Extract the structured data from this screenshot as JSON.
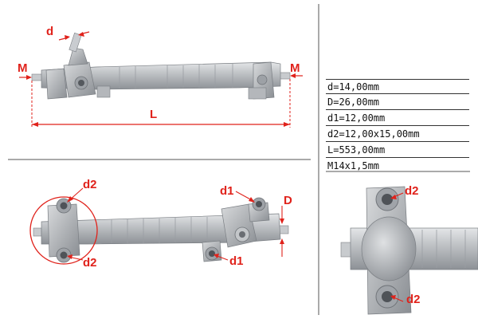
{
  "top_view": {
    "label_d": "d",
    "label_m_left": "M",
    "label_m_right": "M",
    "label_l": "L"
  },
  "bottom_view": {
    "label_d2_top": "d2",
    "label_d2_bottom": "d2",
    "label_d1_top": "d1",
    "label_d1_bottom": "d1",
    "label_D": "D"
  },
  "end_view": {
    "label_d2_top": "d2",
    "label_d2_bottom": "d2"
  },
  "specs": [
    "d=14,00mm",
    "D=26,00mm",
    "d1=12,00mm",
    "d2=12,00x15,00mm",
    "L=553,00mm",
    "M14x1,5mm"
  ],
  "colors": {
    "accent": "#e0221b",
    "part": "#b9bcc0",
    "part_dark": "#8f9398",
    "part_light": "#dcdee0",
    "divider": "#555555"
  }
}
